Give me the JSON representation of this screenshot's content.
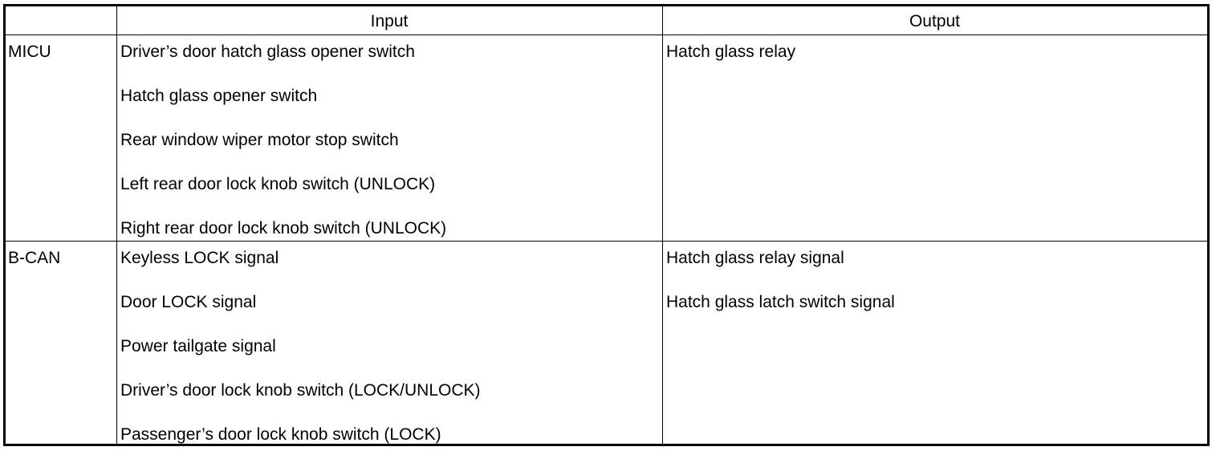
{
  "table": {
    "headers": [
      "",
      "Input",
      "Output"
    ],
    "rows": [
      {
        "group": "MICU",
        "inputs": [
          "Driver’s door hatch glass opener switch",
          "Hatch glass opener switch",
          "Rear window wiper motor stop switch",
          "Left rear door lock knob switch (UNLOCK)",
          "Right rear door lock knob switch (UNLOCK)"
        ],
        "outputs": [
          "Hatch glass relay"
        ]
      },
      {
        "group": "B-CAN",
        "inputs": [
          "Keyless LOCK signal",
          "Door LOCK signal",
          "Power tailgate signal",
          "Driver’s door lock knob switch (LOCK/UNLOCK)",
          "Passenger’s door lock knob switch (LOCK)"
        ],
        "outputs": [
          "Hatch glass relay signal",
          "Hatch glass latch switch signal"
        ]
      }
    ]
  }
}
